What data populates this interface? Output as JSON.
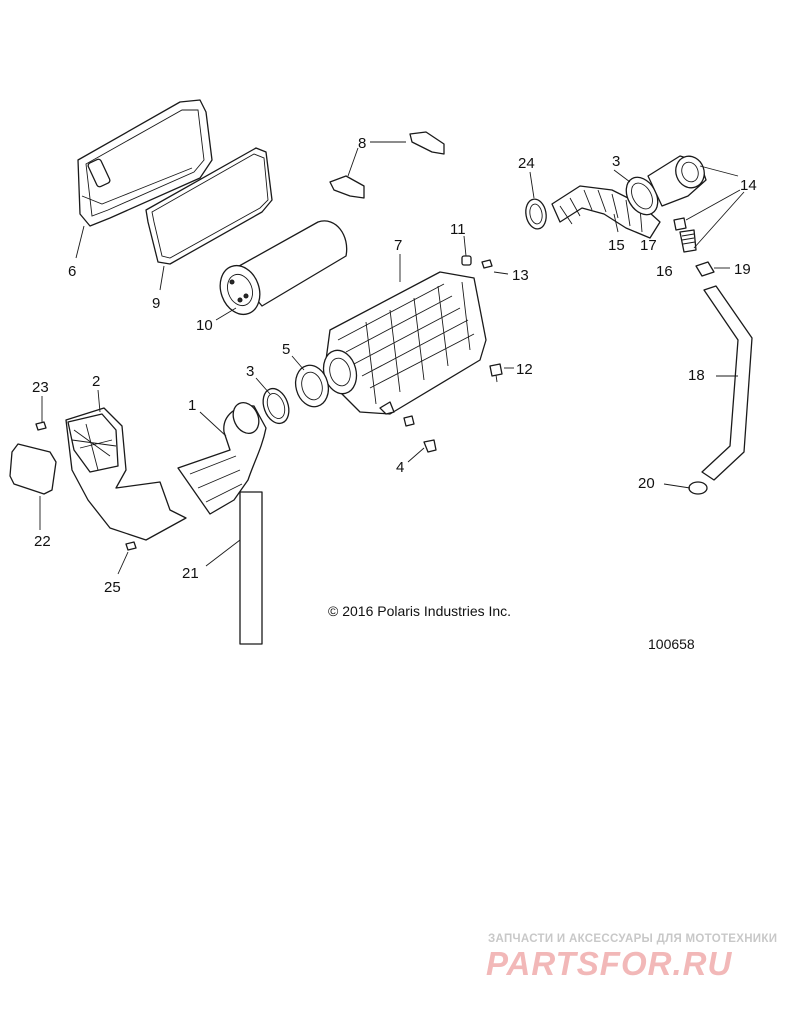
{
  "callouts": {
    "c1": "1",
    "c2": "2",
    "c3a": "3",
    "c3b": "3",
    "c4": "4",
    "c5": "5",
    "c6": "6",
    "c7": "7",
    "c8": "8",
    "c9": "9",
    "c10": "10",
    "c11": "11",
    "c12": "12",
    "c13": "13",
    "c14": "14",
    "c15": "15",
    "c16": "16",
    "c17": "17",
    "c18": "18",
    "c19": "19",
    "c20": "20",
    "c21": "21",
    "c22": "22",
    "c23": "23",
    "c24": "24",
    "c25": "25"
  },
  "copyright": "© 2016 Polaris Industries Inc.",
  "document_number": "100658",
  "watermark": {
    "tagline": "ЗАПЧАСТИ И АКСЕССУАРЫ ДЛЯ МОТОТЕХНИКИ",
    "logo": "PARTSFOR.RU"
  },
  "colors": {
    "line": "#1a1a1a",
    "watermark_logo": "#f2b8b8",
    "watermark_text": "#c8c8c8"
  }
}
